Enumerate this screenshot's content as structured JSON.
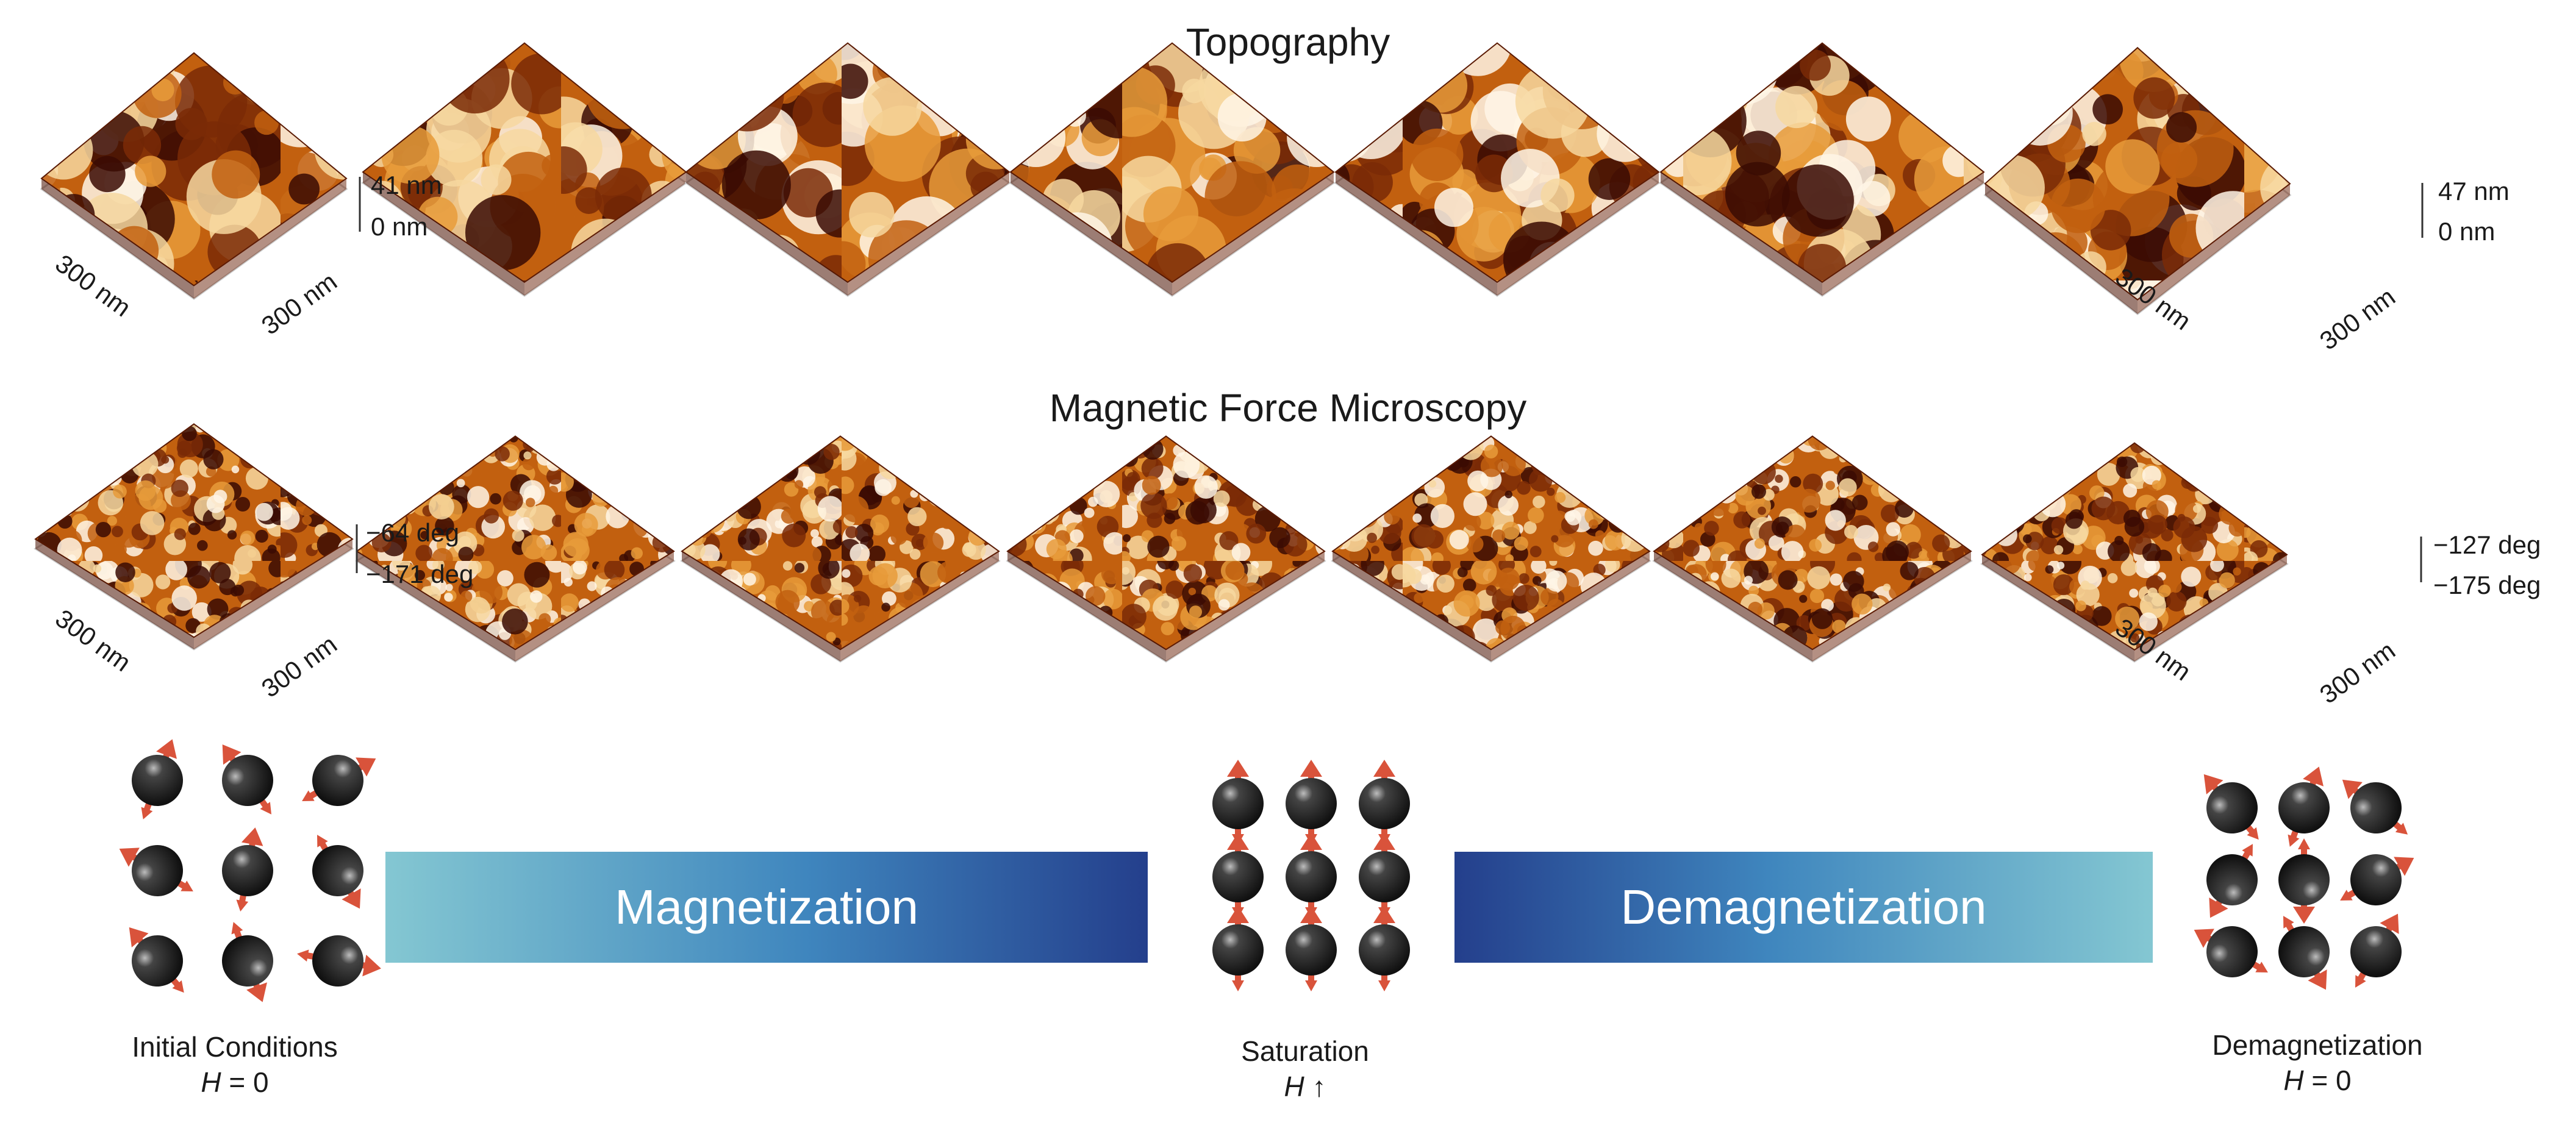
{
  "titles": {
    "topography": "Topography",
    "mfm": "Magnetic Force Microscopy"
  },
  "topography": {
    "left_scale": {
      "max": "41 nm",
      "min": "0 nm"
    },
    "right_scale": {
      "max": "47 nm",
      "min": "0 nm"
    },
    "axis_label": "300 nm",
    "panel_count": 7
  },
  "mfm": {
    "left_scale": {
      "max": "−64 deg",
      "min": "−171 deg"
    },
    "right_scale": {
      "max": "−127 deg",
      "min": "−175 deg"
    },
    "axis_label": "300 nm",
    "panel_count": 7
  },
  "process": {
    "magnetization_label": "Magnetization",
    "demagnetization_label": "Demagnetization",
    "colors": {
      "light_teal": "#84c7d2",
      "dark_blue": "#243f8c",
      "sphere": "#111111",
      "arrow": "#d9533b"
    }
  },
  "states": [
    {
      "name": "Initial Conditions",
      "field_symbol": "H",
      "field_value": "= 0",
      "spin_angles": [
        20,
        -35,
        60,
        -60,
        10,
        150,
        -40,
        160,
        100
      ]
    },
    {
      "name": "Saturation",
      "field_symbol": "H",
      "field_value": "↑",
      "spin_angles": [
        0,
        0,
        0,
        0,
        0,
        0,
        0,
        0,
        0
      ]
    },
    {
      "name": "Demagnetization",
      "field_symbol": "H",
      "field_value": "= 0",
      "spin_angles": [
        -40,
        20,
        -50,
        -150,
        180,
        60,
        -60,
        150,
        30
      ]
    }
  ],
  "heatmap_colors": [
    "#3a0a02",
    "#7a2a06",
    "#c2600f",
    "#e89b3a",
    "#f7d9a0",
    "#fff6e6"
  ]
}
